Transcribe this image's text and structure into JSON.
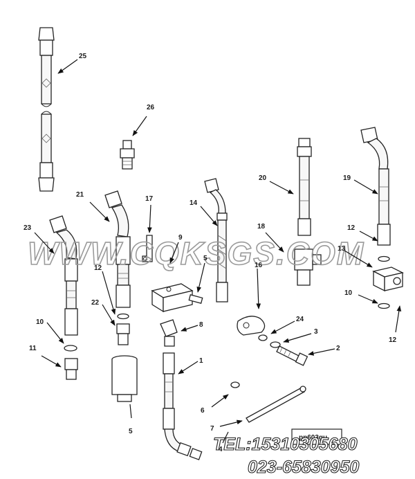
{
  "callouts": [
    {
      "id": "c25",
      "text": "25"
    },
    {
      "id": "c26",
      "text": "26"
    },
    {
      "id": "c21",
      "text": "21"
    },
    {
      "id": "c17",
      "text": "17"
    },
    {
      "id": "c14",
      "text": "14"
    },
    {
      "id": "c20",
      "text": "20"
    },
    {
      "id": "c19",
      "text": "19"
    },
    {
      "id": "c23",
      "text": "23"
    },
    {
      "id": "c9",
      "text": "9"
    },
    {
      "id": "c5a",
      "text": "5"
    },
    {
      "id": "c18",
      "text": "18"
    },
    {
      "id": "c12a",
      "text": "12"
    },
    {
      "id": "c13",
      "text": "13"
    },
    {
      "id": "c12b",
      "text": "12"
    },
    {
      "id": "c16",
      "text": "16"
    },
    {
      "id": "c22",
      "text": "22"
    },
    {
      "id": "c10a",
      "text": "10"
    },
    {
      "id": "c10b",
      "text": "10"
    },
    {
      "id": "c8",
      "text": "8"
    },
    {
      "id": "c24",
      "text": "24"
    },
    {
      "id": "c3",
      "text": "3"
    },
    {
      "id": "c12c",
      "text": "12"
    },
    {
      "id": "c11",
      "text": "11"
    },
    {
      "id": "c1",
      "text": "1"
    },
    {
      "id": "c2",
      "text": "2"
    },
    {
      "id": "c6",
      "text": "6"
    },
    {
      "id": "c5b",
      "text": "5"
    },
    {
      "id": "c7",
      "text": "7"
    },
    {
      "id": "c4",
      "text": "4"
    }
  ],
  "watermark": "WWW.CQKSGS.COM",
  "figure_label": "pp603gu",
  "contact": {
    "tel": "TEL:15310305680",
    "phone": "023-65830950"
  }
}
